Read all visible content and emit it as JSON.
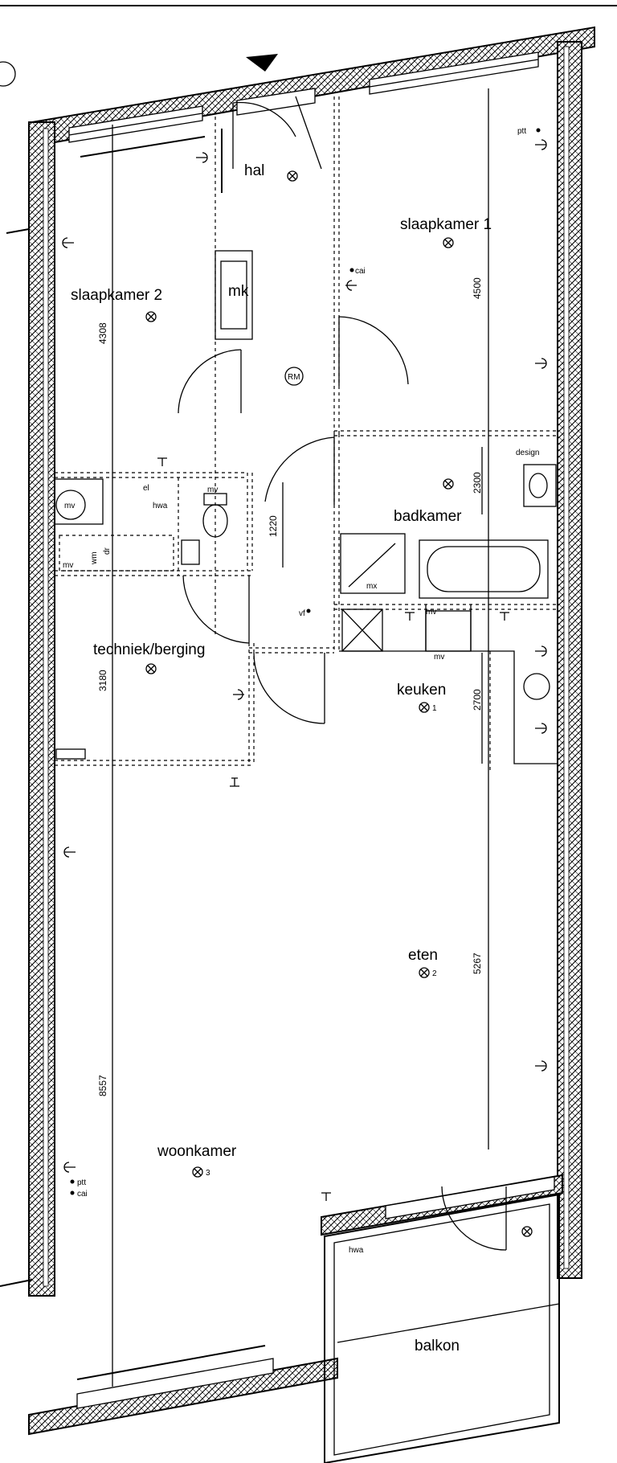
{
  "rooms": {
    "hal": "hal",
    "slaapkamer1": "slaapkamer 1",
    "slaapkamer2": "slaapkamer 2",
    "mk": "mk",
    "rm": "RM",
    "badkamer": "badkamer",
    "techniek": "techniek/berging",
    "keuken": "keuken",
    "eten": "eten",
    "woonkamer": "woonkamer",
    "balkon": "balkon"
  },
  "dimensions": {
    "d4500": "4500",
    "d4308": "4308",
    "d2300": "2300",
    "d1220": "1220",
    "d3180": "3180",
    "d2700": "2700",
    "d5267": "5267",
    "d8557": "8557"
  },
  "annotations": {
    "ptt_top": "ptt",
    "cai_mid": "cai",
    "design": "design",
    "mv": "mv",
    "el": "el",
    "hwa1": "hwa",
    "wm": "wm",
    "dr": "dr",
    "mv2": "mv",
    "mv3": "mv",
    "mv4": "mv",
    "mv5": "mv",
    "mx": "mx",
    "vfo": "vf",
    "ptt_bottom": "ptt",
    "cai_bottom": "cai",
    "hwa2": "hwa",
    "idx1": "1",
    "idx2": "2",
    "idx3": "3"
  }
}
